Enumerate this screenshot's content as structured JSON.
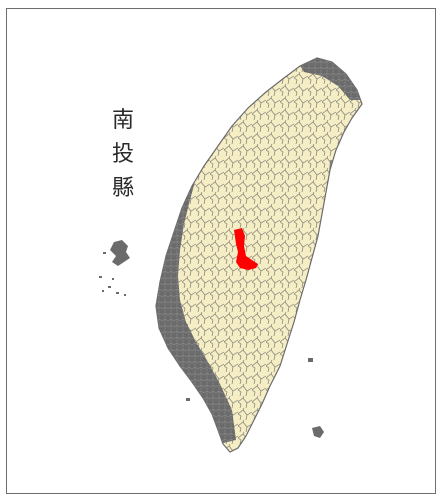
{
  "map": {
    "title_chars": [
      "南",
      "投",
      "縣"
    ],
    "land_fill": "#f5edc4",
    "boundary_color": "#6b6b6b",
    "highlight_color": "#ff0000",
    "frame_color": "#6e6e6e",
    "background": "#ffffff"
  }
}
